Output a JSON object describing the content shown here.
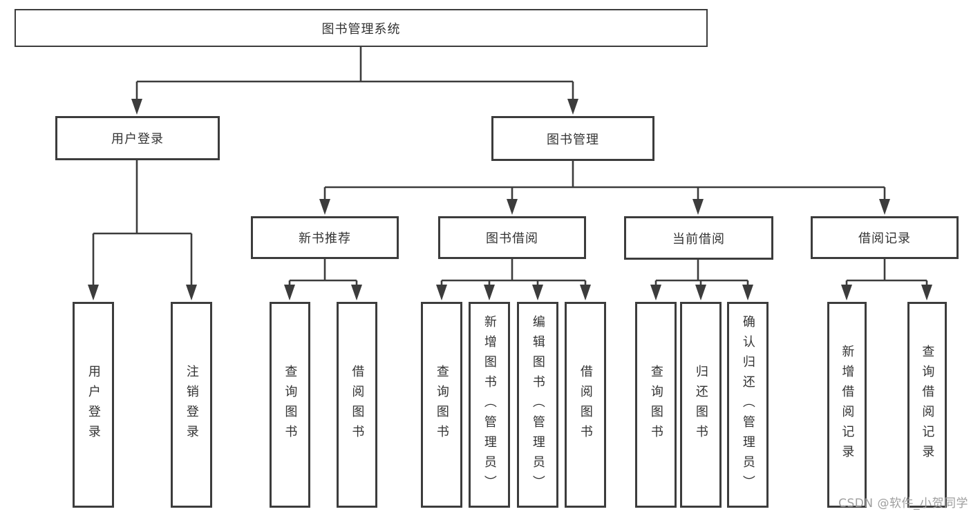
{
  "tree": {
    "label": "图书管理系统",
    "children": [
      {
        "label": "用户登录",
        "children": [
          {
            "label": "用户登录"
          },
          {
            "label": "注销登录"
          }
        ]
      },
      {
        "label": "图书管理",
        "children": [
          {
            "label": "新书推荐",
            "children": [
              {
                "label": "查询图书"
              },
              {
                "label": "借阅图书"
              }
            ]
          },
          {
            "label": "图书借阅",
            "children": [
              {
                "label": "查询图书"
              },
              {
                "label": "新增图书（管理员）"
              },
              {
                "label": "编辑图书（管理员）"
              },
              {
                "label": "借阅图书"
              }
            ]
          },
          {
            "label": "当前借阅",
            "children": [
              {
                "label": "查询图书"
              },
              {
                "label": "归还图书"
              },
              {
                "label": "确认归还（管理员）"
              }
            ]
          },
          {
            "label": "借阅记录",
            "children": [
              {
                "label": "新增借阅记录"
              },
              {
                "label": "查询借阅记录"
              }
            ]
          }
        ]
      }
    ]
  },
  "watermark": "CSDN @软件_小贺同学",
  "colors": {
    "line": "#3c3c3c",
    "box_border": "#3c3c3c",
    "text": "#333333",
    "background": "#ffffff",
    "watermark": "#9e9e9e"
  }
}
